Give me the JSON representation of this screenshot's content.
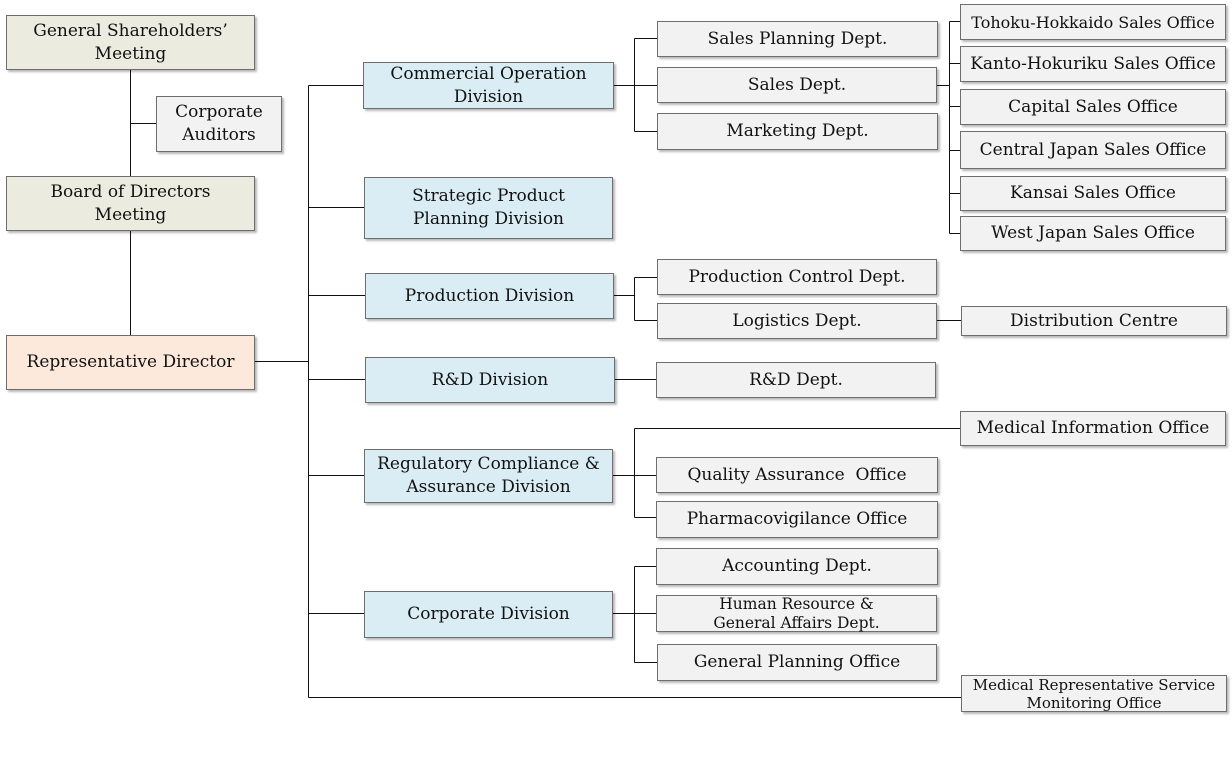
{
  "governance": {
    "shareholders": "General Shareholders’ Meeting",
    "auditors": "Corporate Auditors",
    "board": "Board of Directors Meeting",
    "representative": "Representative Director"
  },
  "divisions": {
    "commercial": {
      "name": "Commercial Operation Division",
      "depts": {
        "sales_planning": "Sales Planning Dept.",
        "sales": "Sales Dept.",
        "marketing": "Marketing Dept."
      },
      "sales_offices": [
        "Tohoku-Hokkaido Sales Office",
        "Kanto-Hokuriku Sales Office",
        "Capital Sales Office",
        "Central Japan Sales Office",
        "Kansai Sales Office",
        "West Japan Sales Office"
      ]
    },
    "strategic": {
      "name": "Strategic Product Planning Division"
    },
    "production": {
      "name": "Production Division",
      "depts": {
        "production_control": "Production Control Dept.",
        "logistics": "Logistics Dept."
      },
      "distribution": "Distribution Centre"
    },
    "rnd": {
      "name": "R&D Division",
      "depts": {
        "rnd": "R&D Dept."
      }
    },
    "regulatory": {
      "name": "Regulatory Compliance & Assurance Division",
      "depts": {
        "medical_info": "Medical Information Office",
        "quality": "Quality Assurance  Office",
        "pharmacovigilance": "Pharmacovigilance Office"
      }
    },
    "corporate": {
      "name": "Corporate Division",
      "depts": {
        "accounting": "Accounting Dept.",
        "hr": "Human Resource & General Affairs Dept.",
        "planning": "General Planning Office"
      }
    }
  },
  "mr_monitoring": "Medical Representative Service Monitoring Office",
  "colors": {
    "governance": "#ecebe0",
    "representative": "#fde9dc",
    "division": "#dbedf4",
    "department": "#f2f2f2",
    "line": "#111111"
  }
}
